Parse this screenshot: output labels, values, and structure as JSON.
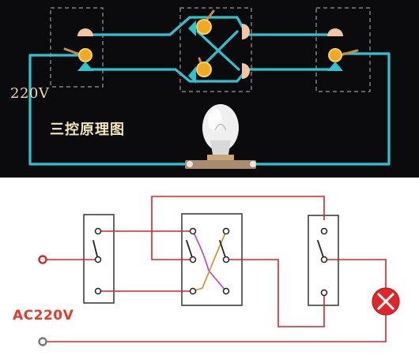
{
  "top_diagram": {
    "voltage_label": "220V",
    "title": "三控原理图",
    "colors": {
      "background": "#0b0b0d",
      "wire": "#2fc3cf",
      "contact": "#f5a623",
      "bulb": "#ededed"
    },
    "icons": [
      "switch-contact-icon",
      "light-bulb-icon"
    ]
  },
  "bottom_diagram": {
    "supply_label": "AC220V",
    "colors": {
      "wire": "#d9242b",
      "switch_line": "#222222",
      "cross_a": "#c040c0",
      "cross_b": "#d98a2a"
    },
    "icons": [
      "lamp-icon",
      "terminal-dot-icon"
    ]
  }
}
